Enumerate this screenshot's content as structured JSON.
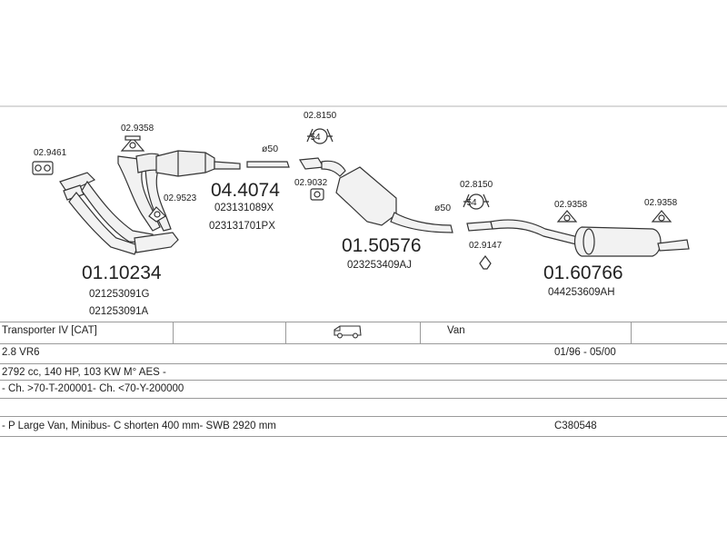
{
  "parts": {
    "p_029461": "02.9461",
    "p_029358_a": "02.9358",
    "p_029523": "02.9523",
    "p_044074": "04.4074",
    "p_044074_ref1": "023131089X",
    "p_044074_ref2": "023131701PX",
    "p_011023": "01.10234",
    "p_011023_ref1": "021253091G",
    "p_011023_ref2": "021253091A",
    "p_028150_a": "02.8150",
    "p_029032": "02.9032",
    "p_015057": "01.50576",
    "p_015057_ref": "023253409AJ",
    "p_028150_b": "02.8150",
    "p_029147": "02.9147",
    "p_029358_b": "02.9358",
    "p_029358_c": "02.9358",
    "p_016076": "01.60766",
    "p_016076_ref": "044253609AH",
    "dia_1": "ø50",
    "dia_2": "ø50",
    "clamp_1": "54",
    "clamp_2": "54"
  },
  "table": {
    "model": "Transporter IV  [CAT]",
    "body": "Van",
    "engine": "2.8 VR6",
    "years": "01/96 - 05/00",
    "spec": "2792 cc, 140 HP, 103 KW M° AES -",
    "chassis": "- Ch. >70-T-200001- Ch. <70-Y-200000",
    "variant": "- P Large Van, Minibus- C shorten 400 mm- SWB 2920 mm",
    "code": "C380548"
  },
  "icons": {
    "van": "van-icon"
  }
}
